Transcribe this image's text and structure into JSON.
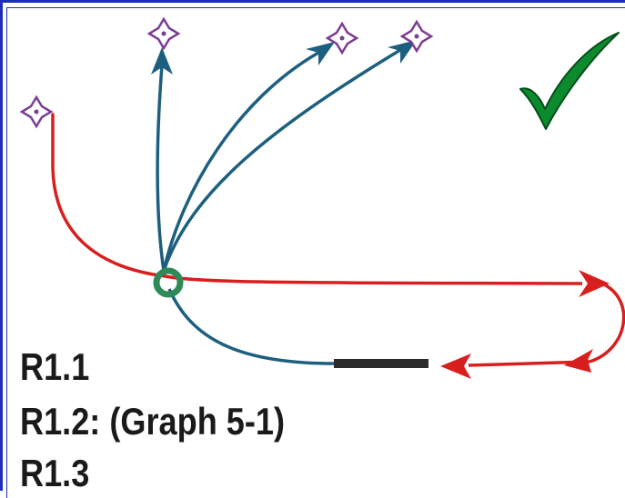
{
  "labels": {
    "rule_1": "R1.1",
    "rule_2": "R1.2: (Graph 5-1)",
    "rule_3": "R1.3"
  },
  "colors": {
    "frame": "#1b2fb8",
    "red_path": "#d81e1e",
    "blue_path": "#1d5f7f",
    "junction_ring": "#2e8b57",
    "waypoint_marker": "#7b3c96",
    "check_fill": "#0b8a2e",
    "bar": "#2b2b2b"
  },
  "icons": {
    "check": "check-mark-icon",
    "waypoint": "waypoint-diamond-icon",
    "junction": "junction-ring-icon"
  }
}
